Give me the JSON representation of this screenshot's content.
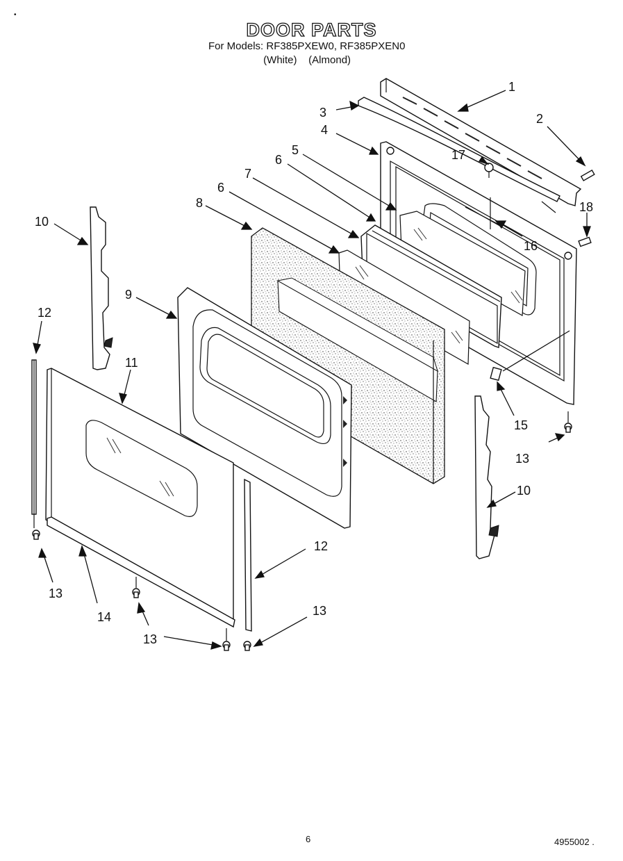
{
  "header": {
    "title": "DOOR PARTS",
    "models_line": "For Models: RF385PXEW0, RF385PXEN0",
    "colors_line": "                   (White)    (Almond)"
  },
  "footer": {
    "page_number": "6",
    "document_code": "4955002 ."
  },
  "stray_mark": "•",
  "callouts": [
    {
      "id": "c1",
      "text": "1"
    },
    {
      "id": "c2",
      "text": "2"
    },
    {
      "id": "c3",
      "text": "3"
    },
    {
      "id": "c4",
      "text": "4"
    },
    {
      "id": "c5",
      "text": "5"
    },
    {
      "id": "c6a",
      "text": "6"
    },
    {
      "id": "c6b",
      "text": "6"
    },
    {
      "id": "c7",
      "text": "7"
    },
    {
      "id": "c8",
      "text": "8"
    },
    {
      "id": "c9",
      "text": "9"
    },
    {
      "id": "c10a",
      "text": "10"
    },
    {
      "id": "c10b",
      "text": "10"
    },
    {
      "id": "c11",
      "text": "11"
    },
    {
      "id": "c12a",
      "text": "12"
    },
    {
      "id": "c12b",
      "text": "12"
    },
    {
      "id": "c13a",
      "text": "13"
    },
    {
      "id": "c13b",
      "text": "13"
    },
    {
      "id": "c13c",
      "text": "13"
    },
    {
      "id": "c13d",
      "text": "13"
    },
    {
      "id": "c14",
      "text": "14"
    },
    {
      "id": "c15",
      "text": "15"
    },
    {
      "id": "c16",
      "text": "16"
    },
    {
      "id": "c17",
      "text": "17"
    },
    {
      "id": "c18",
      "text": "18"
    }
  ]
}
